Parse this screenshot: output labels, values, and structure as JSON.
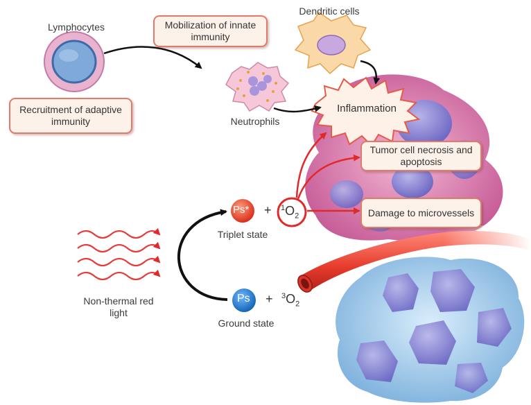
{
  "labels": {
    "lymphocytes": "Lymphocytes",
    "dendritic": "Dendritic cells",
    "neutrophils": "Neutrophils",
    "triplet": "Triplet state",
    "ground": "Ground state",
    "light": "Non-thermal red light"
  },
  "boxes": {
    "innate": "Mobilization of innate immunity",
    "adaptive": "Recruitment of adaptive immunity",
    "inflammation": "Inflammation",
    "necrosis": "Tumor cell necrosis and apoptosis",
    "microvessels": "Damage to microvessels"
  },
  "molecules": {
    "ps_excited": "Ps*",
    "ps_ground": "Ps",
    "plus": "+",
    "singlet_sup": "1",
    "triplet_sup": "3",
    "oxygen": "O",
    "oxygen_sub": "2"
  },
  "colors": {
    "box_border": "#e07a6a",
    "box_fill": "#fdf2ea",
    "arrow_red": "#e02a2a",
    "tumor_pink": "#c0508f",
    "normal_blue": "#7fb4de",
    "ps_red": "#e8402a",
    "ps_blue": "#1f7ad1"
  }
}
